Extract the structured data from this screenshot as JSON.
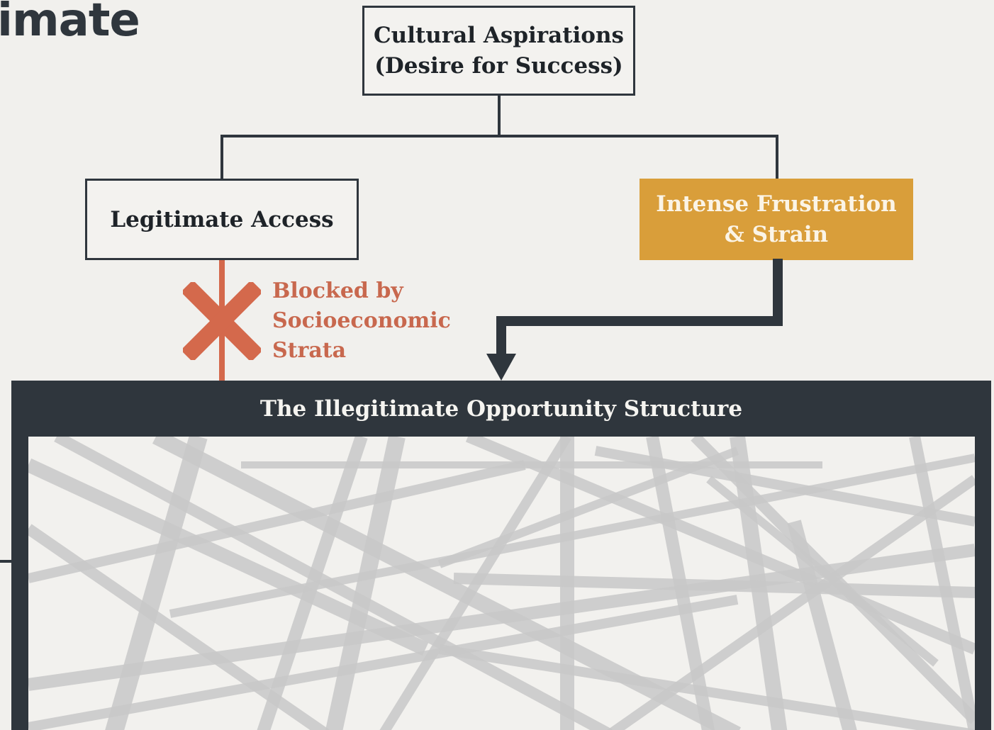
{
  "heading": {
    "fragment": "imate"
  },
  "nodes": {
    "aspirations": {
      "line1": "Cultural Aspirations",
      "line2": "(Desire for Success)"
    },
    "legitimate_access": {
      "label": "Legitimate Access"
    },
    "frustration": {
      "line1": "Intense Frustration",
      "line2": "& Strain"
    },
    "blocked": {
      "line1": "Blocked by",
      "line2": "Socioeconomic",
      "line3": "Strata"
    },
    "illegitimate_structure": {
      "title": "The Illegitimate Opportunity Structure"
    }
  },
  "colors": {
    "dark": "#2f363d",
    "accent_orange": "#d99e3a",
    "blocked_red": "#d4694c",
    "background": "#f1f0ed",
    "lattice_stroke": "#c9c9c9"
  },
  "icons": {
    "blocked_marker": "x-cross-icon",
    "flow_arrow": "down-arrow-icon"
  }
}
